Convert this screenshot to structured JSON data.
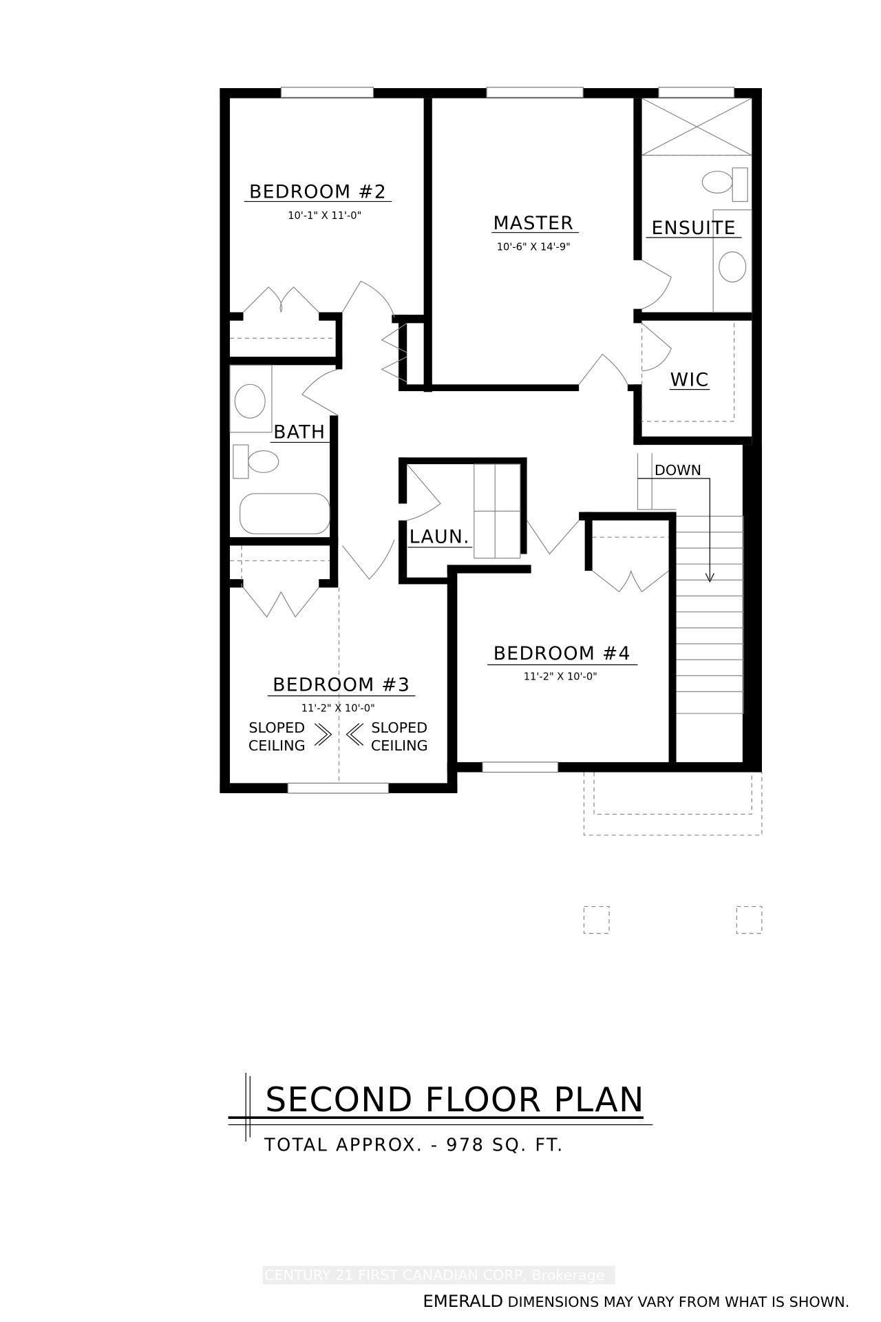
{
  "rooms": {
    "bedroom2": {
      "name": "BEDROOM #2",
      "dims": "10'-1\" X 11'-0\""
    },
    "master": {
      "name": "MASTER",
      "dims": "10'-6\" X 14'-9\""
    },
    "ensuite": {
      "name": "ENSUITE"
    },
    "wic": {
      "name": "WIC"
    },
    "bath": {
      "name": "BATH"
    },
    "laundry": {
      "name": "LAUN."
    },
    "bedroom3": {
      "name": "BEDROOM #3",
      "dims": "11'-2\" X 10'-0\"",
      "sloped_left": [
        "SLOPED",
        "CEILING"
      ],
      "sloped_right": [
        "SLOPED",
        "CEILING"
      ]
    },
    "bedroom4": {
      "name": "BEDROOM #4",
      "dims": "11'-2\" X 10'-0\""
    },
    "stairs": {
      "label": "DOWN"
    }
  },
  "title": {
    "heading": "SECOND FLOOR PLAN",
    "subtitle": "TOTAL APPROX. - 978 SQ. FT."
  },
  "footer": {
    "watermark": "CENTURY 21 FIRST CANADIAN CORP, Brokerage",
    "model": "EMERALD",
    "disclaimer": "DIMENSIONS MAY VARY FROM WHAT IS SHOWN."
  }
}
